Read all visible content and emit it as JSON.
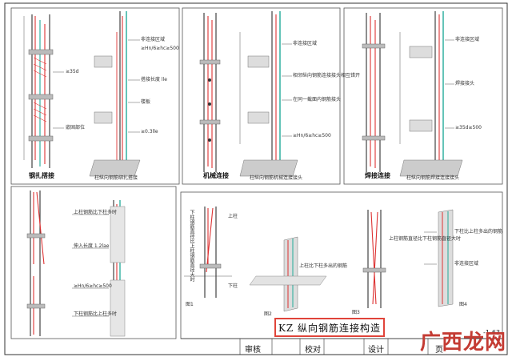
{
  "title": "KZ 纵向钢筋连接构造",
  "title_block": {
    "review": "审核",
    "check": "校对",
    "design": "设计",
    "page_label": "页",
    "page_number": "-1-63"
  },
  "watermark": "广西龙网",
  "panels": {
    "top_left_caption": "钢扎搭接",
    "top_mid_caption": "机械连接",
    "top_right_caption": "焊接连接",
    "top_mid_note": "柱纵向钢筋机械连接接头",
    "top_right_note": "柱纵向钢筋焊接连接接头",
    "top_left_note": "柱纵向钢筋绑扎搭接"
  },
  "labels": {
    "non_connect_zone": "非连接区域",
    "hn_ratio": "≥Hn/6≥hc≥500",
    "floor_slab": "楼板",
    "embed_depth": "嵌固部位",
    "lap_a": "搭接长度 lle",
    "lap_b": "≥0.3lle",
    "lap_c": "≥35d",
    "mech_a": "相邻纵向钢筋连接接头相互错开",
    "mech_b": "在同一截面内钢筋接头",
    "weld_a": "焊接接头",
    "weld_b": "≥35d≥500",
    "fig1": "图1",
    "fig2": "图2",
    "fig3": "图3",
    "fig4": "图4",
    "upper_col": "上柱",
    "lower_col": "下柱",
    "upper_col_more": "上柱钢筋比下柱多时",
    "lower_col_more": "下柱钢筋比上柱多时",
    "dia_change_up": "上柱钢筋直径比下柱钢筋直径大时",
    "dia_change_down": "下柱钢筋直径比上柱钢筋直径大时",
    "anchor_a": "伸入长度 1.2lae",
    "anchor_b": "上柱比下柱多出的钢筋",
    "anchor_c": "下柱比上柱多出的钢筋",
    "note_side": "非连接区域"
  }
}
